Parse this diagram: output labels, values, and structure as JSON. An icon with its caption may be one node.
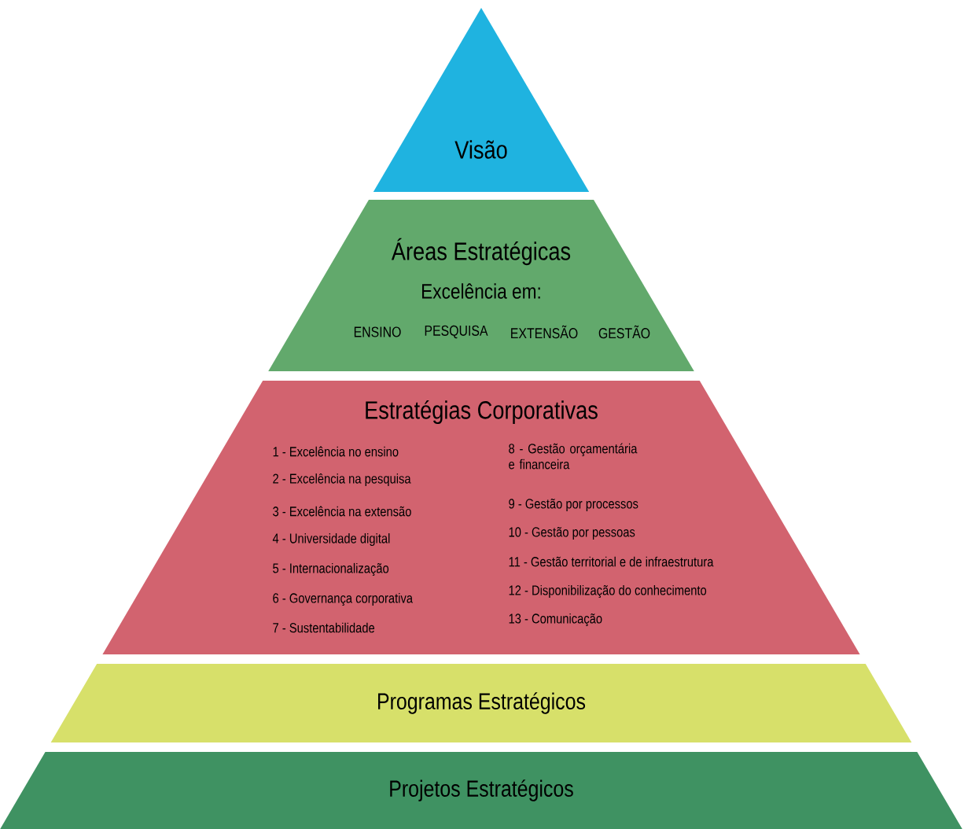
{
  "diagram": {
    "nodes": [
      {
        "text": [
          "Visão"
        ]
      },
      {
        "text": [
          "Áreas Estratégicas",
          "Excelência em:",
          "ENSINO",
          "PESQUISA",
          "EXTENSÃO",
          "GESTÃO"
        ]
      },
      {
        "text": [
          "Estratégias Corporativas",
          "1 - Excelência no ensino",
          "2 - Excelência na pesquisa",
          "3 - Excelência na extensão",
          "4 - Universidade digital",
          "5 - Internacionalização",
          "6 - Governança corporativa",
          "7 - Sustentabilidade",
          "8 - Gestão orçamentária e financeira",
          "9 - Gestão por processos",
          "10 - Gestão por pessoas",
          "11 - Gestão territorial e de infraestrutura",
          "12 - Disponibilização do conhecimento",
          "13 - Comunicação"
        ]
      },
      {
        "text": [
          "Programas Estratégicos"
        ]
      },
      {
        "text": [
          "Projetos Estratégicos"
        ]
      }
    ]
  }
}
